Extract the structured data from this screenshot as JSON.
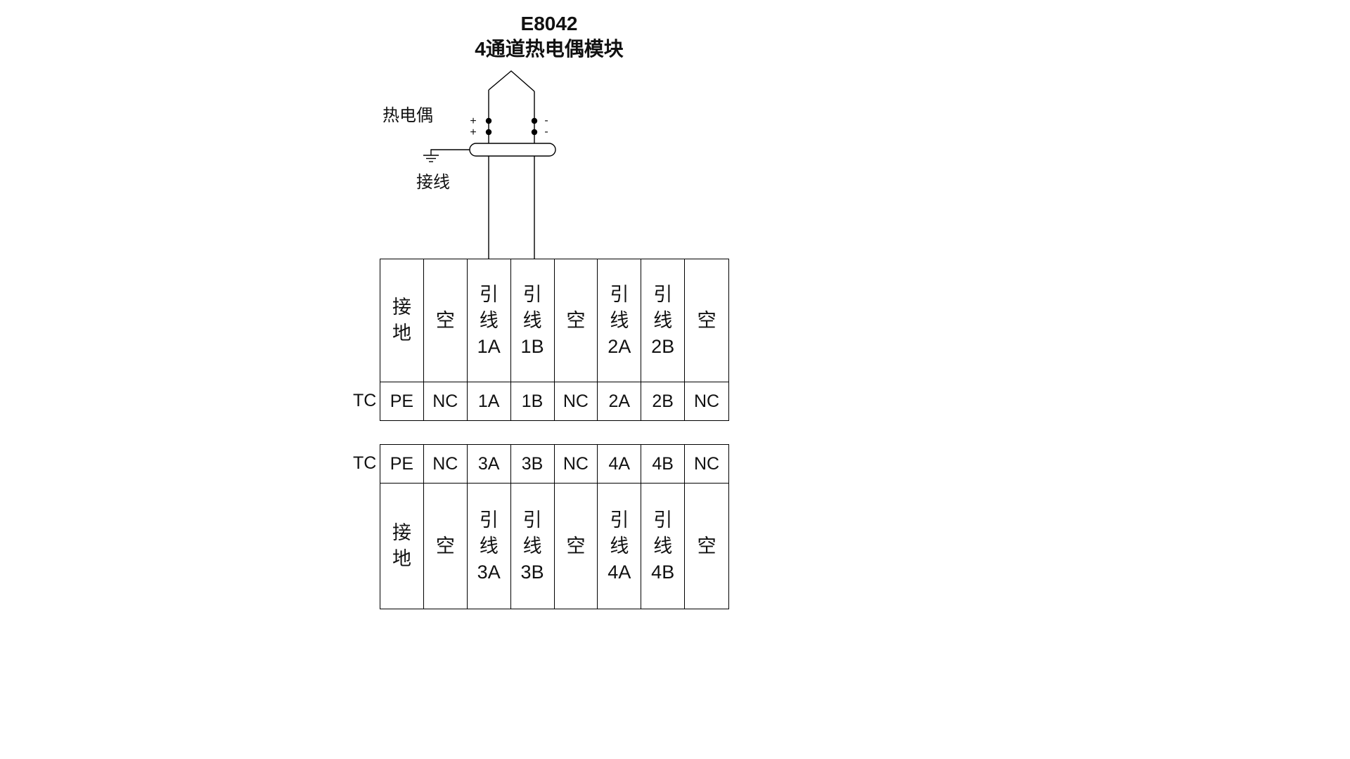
{
  "title": {
    "model": "E8042",
    "subtitle": "4通道热电偶模块"
  },
  "labels": {
    "thermocouple": "热电偶",
    "ground_wire": "接线",
    "tc_top": "TC",
    "tc_bottom": "TC",
    "plus_top": "+",
    "plus_bottom": "+",
    "minus_top": "-",
    "minus_bottom": "-"
  },
  "terminal_table_top": {
    "desc_row": [
      "接地",
      "空",
      "引线1A",
      "引线1B",
      "空",
      "引线2A",
      "引线2B",
      "空"
    ],
    "pin_row": [
      "PE",
      "NC",
      "1A",
      "1B",
      "NC",
      "2A",
      "2B",
      "NC"
    ]
  },
  "terminal_table_bottom": {
    "pin_row": [
      "PE",
      "NC",
      "3A",
      "3B",
      "NC",
      "4A",
      "4B",
      "NC"
    ],
    "desc_row": [
      "接地",
      "空",
      "引线3A",
      "引线3B",
      "空",
      "引线4A",
      "引线4B",
      "空"
    ]
  },
  "colors": {
    "line": "#000000",
    "text": "#111111",
    "background": "#ffffff"
  }
}
